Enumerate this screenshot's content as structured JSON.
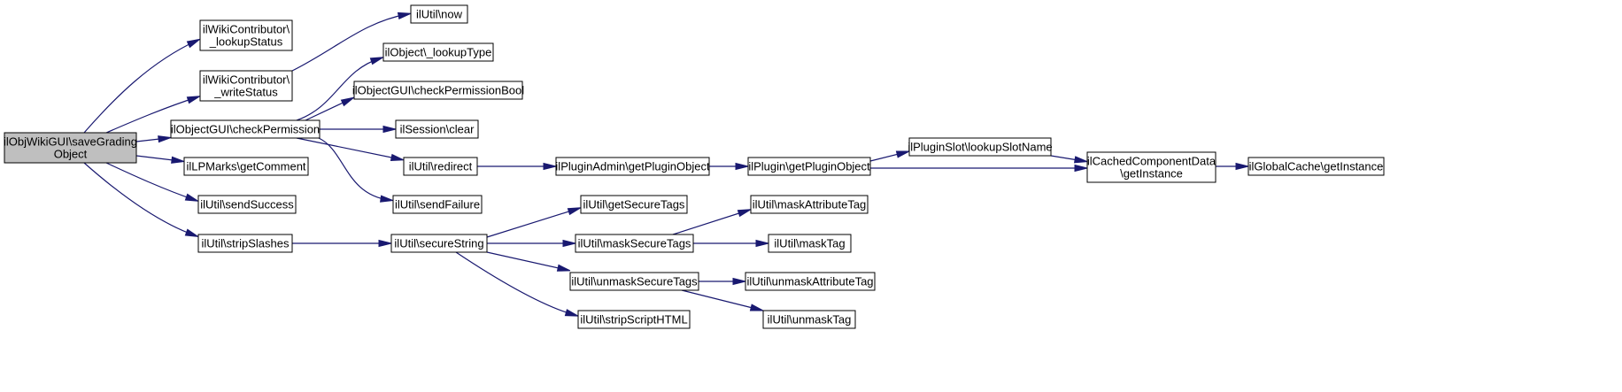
{
  "diagram": {
    "type": "call-graph",
    "colors": {
      "edge": "#191970",
      "root_fill": "#bfbfbf",
      "node_fill": "#ffffff",
      "node_border": "#000000",
      "text": "#000000"
    },
    "nodes": [
      {
        "id": "root",
        "lines": [
          "ilObjWikiGUI\\saveGrading",
          "Object"
        ],
        "root": true
      },
      {
        "id": "lookupStatus",
        "lines": [
          "ilWikiContributor\\",
          "_lookupStatus"
        ]
      },
      {
        "id": "writeStatus",
        "lines": [
          "ilWikiContributor\\",
          "_writeStatus"
        ]
      },
      {
        "id": "checkPermission",
        "lines": [
          "ilObjectGUI\\checkPermission"
        ]
      },
      {
        "id": "getComment",
        "lines": [
          "ilLPMarks\\getComment"
        ]
      },
      {
        "id": "sendSuccess",
        "lines": [
          "ilUtil\\sendSuccess"
        ]
      },
      {
        "id": "stripSlashes",
        "lines": [
          "ilUtil\\stripSlashes"
        ]
      },
      {
        "id": "now",
        "lines": [
          "ilUtil\\now"
        ]
      },
      {
        "id": "lookupType",
        "lines": [
          "ilObject\\_lookupType"
        ]
      },
      {
        "id": "checkPermissionBool",
        "lines": [
          "ilObjectGUI\\checkPermissionBool"
        ]
      },
      {
        "id": "sessionClear",
        "lines": [
          "ilSession\\clear"
        ]
      },
      {
        "id": "redirect",
        "lines": [
          "ilUtil\\redirect"
        ]
      },
      {
        "id": "sendFailure",
        "lines": [
          "ilUtil\\sendFailure"
        ]
      },
      {
        "id": "secureString",
        "lines": [
          "ilUtil\\secureString"
        ]
      },
      {
        "id": "adminGetPluginObject",
        "lines": [
          "ilPluginAdmin\\getPluginObject"
        ]
      },
      {
        "id": "pluginGetPluginObject",
        "lines": [
          "ilPlugin\\getPluginObject"
        ]
      },
      {
        "id": "lookupSlotName",
        "lines": [
          "ilPluginSlot\\lookupSlotName"
        ]
      },
      {
        "id": "cachedGetInstance",
        "lines": [
          "ilCachedComponentData",
          "\\getInstance"
        ]
      },
      {
        "id": "globalGetInstance",
        "lines": [
          "ilGlobalCache\\getInstance"
        ]
      },
      {
        "id": "getSecureTags",
        "lines": [
          "ilUtil\\getSecureTags"
        ]
      },
      {
        "id": "maskSecureTags",
        "lines": [
          "ilUtil\\maskSecureTags"
        ]
      },
      {
        "id": "unmaskSecureTags",
        "lines": [
          "ilUtil\\unmaskSecureTags"
        ]
      },
      {
        "id": "stripScriptHTML",
        "lines": [
          "ilUtil\\stripScriptHTML"
        ]
      },
      {
        "id": "maskAttributeTag",
        "lines": [
          "ilUtil\\maskAttributeTag"
        ]
      },
      {
        "id": "maskTag",
        "lines": [
          "ilUtil\\maskTag"
        ]
      },
      {
        "id": "unmaskAttributeTag",
        "lines": [
          "ilUtil\\unmaskAttributeTag"
        ]
      },
      {
        "id": "unmaskTag",
        "lines": [
          "ilUtil\\unmaskTag"
        ]
      }
    ],
    "edges": [
      {
        "from": "root",
        "to": "lookupStatus"
      },
      {
        "from": "root",
        "to": "writeStatus"
      },
      {
        "from": "root",
        "to": "checkPermission"
      },
      {
        "from": "root",
        "to": "getComment"
      },
      {
        "from": "root",
        "to": "sendSuccess"
      },
      {
        "from": "root",
        "to": "stripSlashes"
      },
      {
        "from": "writeStatus",
        "to": "now"
      },
      {
        "from": "checkPermission",
        "to": "lookupType"
      },
      {
        "from": "checkPermission",
        "to": "checkPermissionBool"
      },
      {
        "from": "checkPermission",
        "to": "sessionClear"
      },
      {
        "from": "checkPermission",
        "to": "redirect"
      },
      {
        "from": "checkPermission",
        "to": "sendFailure"
      },
      {
        "from": "redirect",
        "to": "adminGetPluginObject"
      },
      {
        "from": "adminGetPluginObject",
        "to": "pluginGetPluginObject"
      },
      {
        "from": "pluginGetPluginObject",
        "to": "lookupSlotName"
      },
      {
        "from": "pluginGetPluginObject",
        "to": "cachedGetInstance"
      },
      {
        "from": "lookupSlotName",
        "to": "cachedGetInstance"
      },
      {
        "from": "cachedGetInstance",
        "to": "globalGetInstance"
      },
      {
        "from": "stripSlashes",
        "to": "secureString"
      },
      {
        "from": "secureString",
        "to": "getSecureTags"
      },
      {
        "from": "secureString",
        "to": "maskSecureTags"
      },
      {
        "from": "secureString",
        "to": "unmaskSecureTags"
      },
      {
        "from": "secureString",
        "to": "stripScriptHTML"
      },
      {
        "from": "maskSecureTags",
        "to": "maskAttributeTag"
      },
      {
        "from": "maskSecureTags",
        "to": "maskTag"
      },
      {
        "from": "unmaskSecureTags",
        "to": "unmaskAttributeTag"
      },
      {
        "from": "unmaskSecureTags",
        "to": "unmaskTag"
      }
    ]
  }
}
